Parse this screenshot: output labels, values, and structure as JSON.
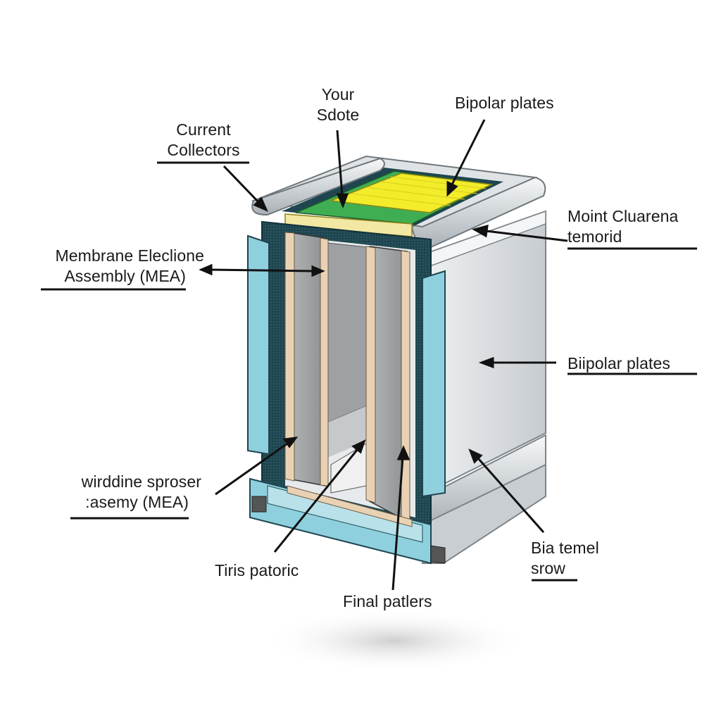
{
  "labels": {
    "current_collectors": [
      "Current",
      "Collectors"
    ],
    "your_sdote": [
      "Your",
      "Sdote"
    ],
    "bipolar_plates_top": "Bipolar plates",
    "moint_cuarena": [
      "Moint Cluarena",
      "temorid"
    ],
    "membrane_assembly": [
      "Membrane Eleclione",
      "Assembly (MEA)"
    ],
    "bipolar_plates_right": "Biipolar plates",
    "wirddine_sproser": [
      "wirddine sproser",
      ":asemy (MEA)"
    ],
    "tiris_patoric": "Tiris patoric",
    "final_patlers": "Final patlers",
    "bia_temel": [
      "Bia temel",
      "srow"
    ]
  },
  "colors": {
    "frame_dark": "#1f4650",
    "cyan_panel": "#8fd0de",
    "yellow_top": "#f2ec2a",
    "green_top": "#3fae52",
    "steel": "#d9dde0",
    "plate_gray": "#a7aaab",
    "tan_edge": "#e9d2b4"
  }
}
